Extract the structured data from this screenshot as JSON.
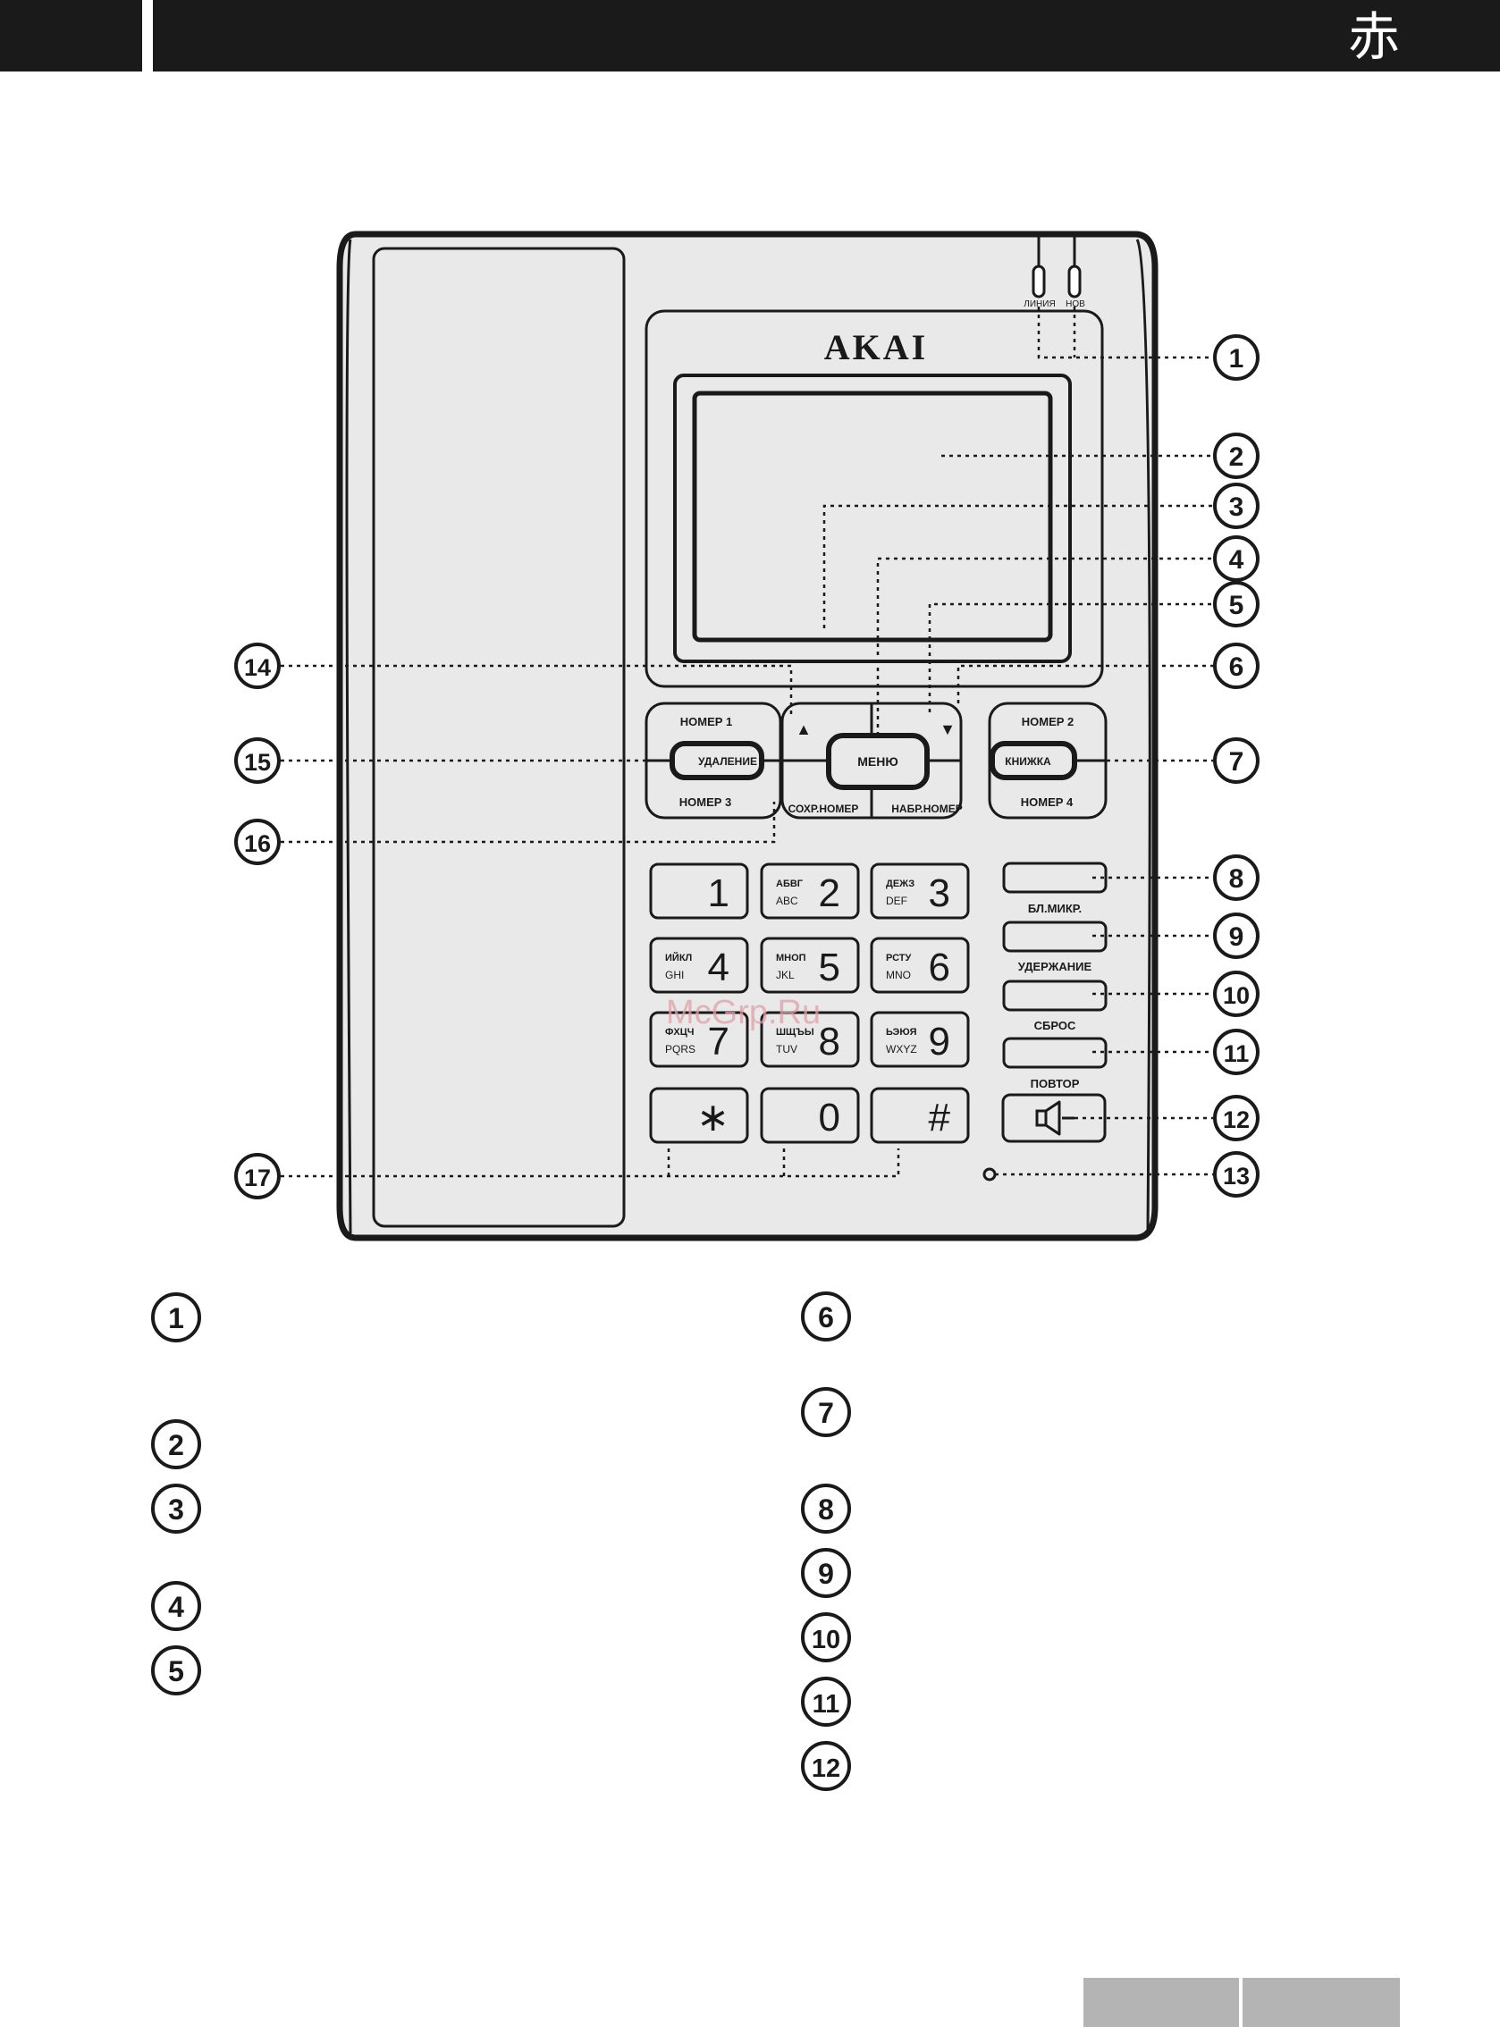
{
  "header": {
    "glyph": "赤"
  },
  "phone": {
    "brand": "AKAI",
    "led_labels": [
      "ЛИНИЯ",
      "НОВ"
    ],
    "nav": {
      "up_arrow": "▲",
      "down_arrow": "▼",
      "menu": "МЕНЮ",
      "save_number": "СОХР.НОМЕР",
      "dial_number": "НАБР.НОМЕР"
    },
    "left_keys": {
      "number1": "НОМЕР 1",
      "delete": "УДАЛЕНИЕ",
      "number3": "НОМЕР 3"
    },
    "right_keys": {
      "number2": "НОМЕР 2",
      "book": "КНИЖКА",
      "number4": "НОМЕР 4"
    },
    "keypad": [
      {
        "digit": "1",
        "cyr": "",
        "lat": ""
      },
      {
        "digit": "2",
        "cyr": "АБВГ",
        "lat": "ABC"
      },
      {
        "digit": "3",
        "cyr": "ДЕЖЗ",
        "lat": "DEF"
      },
      {
        "digit": "4",
        "cyr": "ИЙКЛ",
        "lat": "GHI"
      },
      {
        "digit": "5",
        "cyr": "МНОП",
        "lat": "JKL"
      },
      {
        "digit": "6",
        "cyr": "РСТУ",
        "lat": "MNO"
      },
      {
        "digit": "7",
        "cyr": "ФХЦЧ",
        "lat": "PQRS"
      },
      {
        "digit": "8",
        "cyr": "ШЩЪЫ",
        "lat": "TUV"
      },
      {
        "digit": "9",
        "cyr": "ЬЭЮЯ",
        "lat": "WXYZ"
      },
      {
        "digit": "∗",
        "cyr": "",
        "lat": ""
      },
      {
        "digit": "0",
        "cyr": "",
        "lat": ""
      },
      {
        "digit": "#",
        "cyr": "",
        "lat": ""
      }
    ],
    "function_keys": [
      "БЛ.МИКР.",
      "УДЕРЖАНИЕ",
      "СБРОС",
      "ПОВТОР"
    ],
    "speaker_icon": "speaker-icon"
  },
  "callouts": [
    "1",
    "2",
    "3",
    "4",
    "5",
    "6",
    "7",
    "8",
    "9",
    "10",
    "11",
    "12",
    "13",
    "14",
    "15",
    "16",
    "17"
  ],
  "legend": {
    "left": [
      "1",
      "2",
      "3",
      "4",
      "5"
    ],
    "right": [
      "6",
      "7",
      "8",
      "9",
      "10",
      "11",
      "12"
    ]
  },
  "watermark": "McGrp.Ru",
  "colors": {
    "ink": "#1a1a1a",
    "phone_fill": "#e9e9e9",
    "footer_tab": "#b4b4b4",
    "watermark": "#e2a0a8"
  }
}
